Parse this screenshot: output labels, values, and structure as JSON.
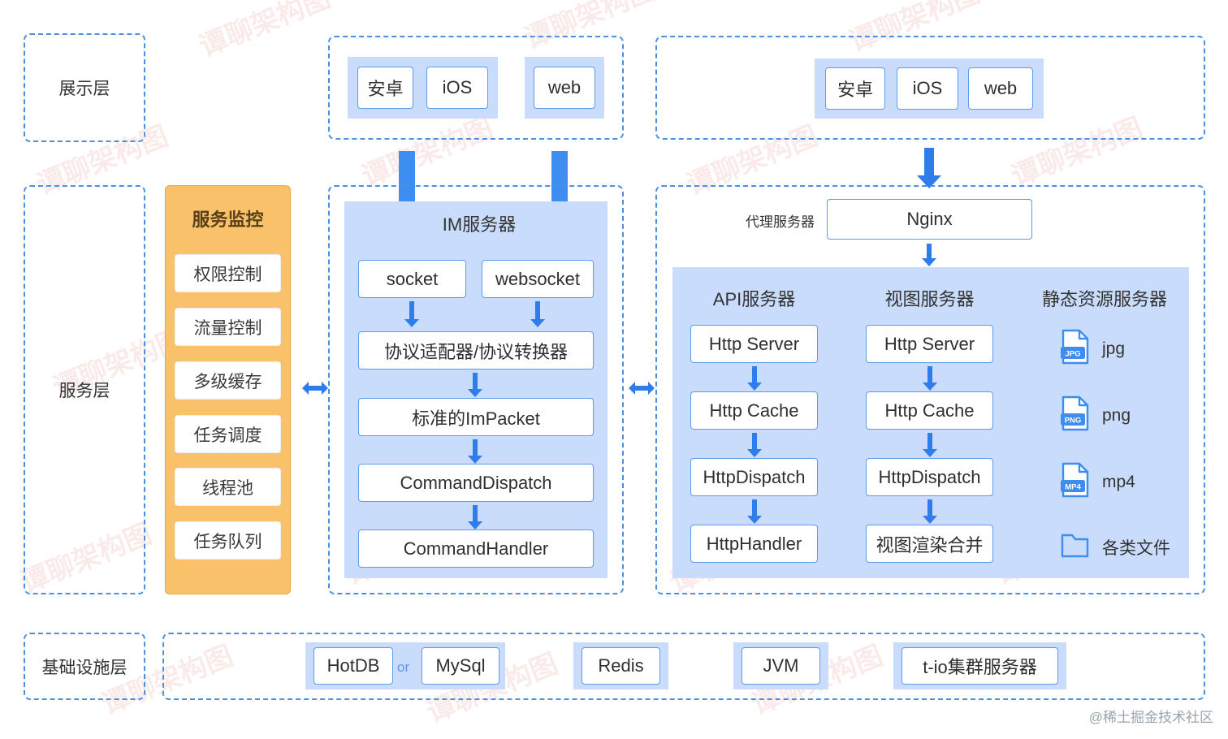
{
  "layers": {
    "presentation": "展示层",
    "service": "服务层",
    "infrastructure": "基础设施层"
  },
  "clients_left": {
    "group_a": [
      "安卓",
      "iOS"
    ],
    "group_b": [
      "web"
    ]
  },
  "clients_right": {
    "group": [
      "安卓",
      "iOS",
      "web"
    ]
  },
  "monitor": {
    "title": "服务监控",
    "items": [
      "权限控制",
      "流量控制",
      "多级缓存",
      "任务调度",
      "线程池",
      "任务队列"
    ]
  },
  "im_server": {
    "title": "IM服务器",
    "entries": [
      "socket",
      "websocket"
    ],
    "pipeline": [
      "协议适配器/协议转换器",
      "标准的ImPacket",
      "CommandDispatch",
      "CommandHandler"
    ]
  },
  "web_server": {
    "proxy_label": "代理服务器",
    "proxy_name": "Nginx",
    "columns": [
      {
        "title": "API服务器",
        "items": [
          "Http Server",
          "Http Cache",
          "HttpDispatch",
          "HttpHandler"
        ]
      },
      {
        "title": "视图服务器",
        "items": [
          "Http Server",
          "Http Cache",
          "HttpDispatch",
          "视图渲染合并"
        ]
      }
    ],
    "static": {
      "title": "静态资源服务器",
      "files": [
        {
          "icon": "jpg-file-icon",
          "badge": "JPG",
          "label": "jpg"
        },
        {
          "icon": "png-file-icon",
          "badge": "PNG",
          "label": "png"
        },
        {
          "icon": "mp4-file-icon",
          "badge": "MP4",
          "label": "mp4"
        },
        {
          "icon": "folder-icon",
          "badge": "",
          "label": "各类文件"
        }
      ]
    }
  },
  "infrastructure": {
    "db_group": {
      "primary": "HotDB",
      "conjunction": "or",
      "secondary": "MySql"
    },
    "items": [
      "Redis",
      "JVM",
      "t-io集群服务器"
    ]
  },
  "watermark": {
    "text": "谭聊架构图",
    "credit": "@稀土掘金技术社区"
  },
  "colors": {
    "accent_blue": "#4a90e2",
    "panel_blue": "#c9dcfb",
    "panel_orange": "#f9c169",
    "arrow_blue": "#2f7ceb",
    "box_border": "#5b9bf0"
  }
}
